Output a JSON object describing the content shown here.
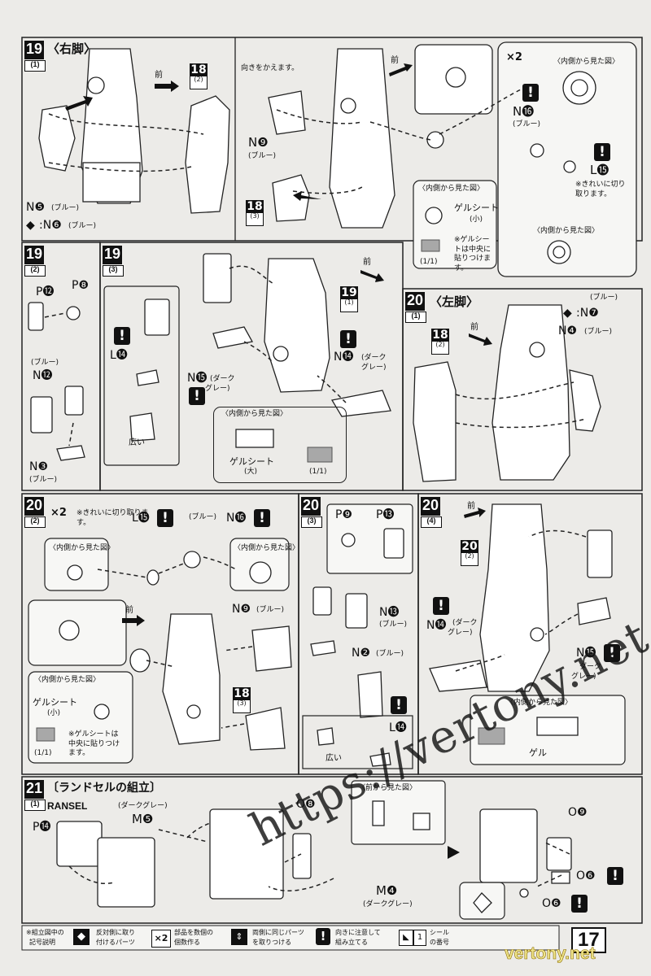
{
  "colors": {
    "page": "#ecebe8",
    "ink": "#111111",
    "sticker_grey": "#a8a8a8"
  },
  "s19_1": {
    "num": "19",
    "sub": "(1)",
    "title": "〈右脚〉",
    "turn_text": "向きをかえます。",
    "ref_num": "18",
    "ref_sub": "(2)",
    "ref2_num": "18",
    "ref2_sub": "(3)",
    "front": "前",
    "times": "×2",
    "side_view": "〈内側から見た図〉",
    "side_view2": "〈内側から見た図〉",
    "n5": "N❺",
    "n5_color": "(ブルー)",
    "n6": ":N❻",
    "n6_color": "(ブルー)",
    "n9": "N❾",
    "n9_color": "(ブルー)",
    "n16": "N⓰",
    "n16_color": "(ブルー)",
    "l15": "L⓯",
    "cut_note": "※きれいに切り取ります。",
    "gel": "ゲルシート",
    "gel_size": "(小)",
    "gel_note": "※ゲルシートは中央に貼りつけます。",
    "gel_count": "(1/1)"
  },
  "s19_2": {
    "num": "19",
    "sub": "(2)",
    "p12": "P⓬",
    "p8": "P❽",
    "n12_color": "(ブルー)",
    "n12": "N⓬",
    "n3": "N❸",
    "n3_color": "(ブルー)"
  },
  "s19_3": {
    "num": "19",
    "sub": "(3)",
    "ref_num": "19",
    "ref_sub": "(1)",
    "front": "前",
    "l14": "L⓮",
    "n15": "N⓯",
    "n15_color": "(ダーク",
    "n15_color2": "グレー)",
    "n14": "N⓮",
    "n14_color": "(ダーク",
    "n14_color2": "グレー)",
    "side_view": "〈内側から見た図〉",
    "wide": "広い",
    "gel": "ゲルシート",
    "gel_size": "(大)",
    "gel_count": "(1/1)"
  },
  "s20_1": {
    "num": "20",
    "sub": "(1)",
    "title": "〈左脚〉",
    "ref_num": "18",
    "ref_sub": "(2)",
    "front": "前",
    "n7_color": "(ブルー)",
    "n7": ":N❼",
    "n4": "N❹",
    "n4_color": "(ブルー)"
  },
  "s20_2": {
    "num": "20",
    "sub": "(2)",
    "times": "×2",
    "cut_note": "※きれいに切り取ります。",
    "l15": "L⓯",
    "n16_color": "(ブルー)",
    "n16": "N⓰",
    "side_view": "〈内側から見た図〉",
    "side_view2": "〈内側から見た図〉",
    "front": "前",
    "n9": "N❾",
    "n9_color": "(ブルー)",
    "ref_num": "18",
    "ref_sub": "(3)",
    "side_view3": "〈内側から見た図〉",
    "gel": "ゲルシート",
    "gel_size": "(小)",
    "gel_note": "※ゲルシートは中央に貼りつけます。",
    "gel_count": "(1/1)"
  },
  "s20_3": {
    "num": "20",
    "sub": "(3)",
    "p9": "P❾",
    "p13": "P⓭",
    "n13": "N⓭",
    "n13_color": "(ブルー)",
    "n2": "N❷",
    "n2_color": "(ブルー)",
    "l14": "L⓮",
    "wide": "広い"
  },
  "s20_4": {
    "num": "20",
    "sub": "(4)",
    "front": "前",
    "ref_num": "20",
    "ref_sub": "(2)",
    "n14": "N⓮",
    "n14_color": "(ダーク",
    "n14_color2": "グレー)",
    "n15": "N⓯",
    "n15_color": "ダーク",
    "n15_color2": "グレー)",
    "side_view": "〈内側から見た図〉",
    "gel_partial": "ゲル"
  },
  "s21": {
    "num": "21",
    "sub": "(1)",
    "title": "〔ランドセルの組立〕",
    "label": "RANSEL",
    "m5_color": "(ダークグレー)",
    "m5": "M❺",
    "p14": "P⓮",
    "o8": "O❽",
    "front_view": "〈前から見た図〉",
    "m4": "M❹",
    "m4_color": "(ダークグレー)",
    "o9": "O❾",
    "o6": "O❻",
    "o6b": "O❻"
  },
  "legend": {
    "title1": "※組立図中の",
    "title2": "記号説明",
    "i1": "反対側に取り付けるパーツ",
    "i1a": "反対側に取り",
    "i1b": "付けるパーツ",
    "i2a": "部品を数個の",
    "i2b": "個数作る",
    "i2_mark": "×2",
    "i3a": "両側に同じパーツ",
    "i3b": "を取りつける",
    "i4a": "向きに注意して",
    "i4b": "組み立てる",
    "i5a": "シール",
    "i5b": "の番号",
    "i5_mark": "1"
  },
  "page_number": "17",
  "watermark": {
    "url": "https://vertony.net",
    "site": "vertony.net"
  }
}
